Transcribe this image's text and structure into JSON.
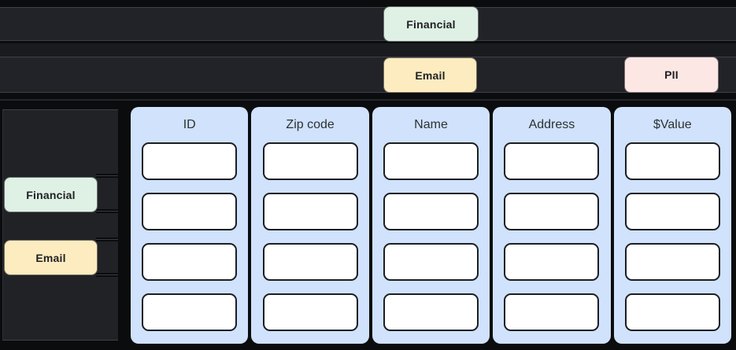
{
  "top_lanes": {
    "lane1": {
      "tags": [
        {
          "label": "Financial",
          "category": "financial"
        }
      ]
    },
    "lane2": {
      "tags": [
        {
          "label": "Email",
          "category": "email"
        },
        {
          "label": "PII",
          "category": "pii"
        }
      ]
    }
  },
  "side_panel": {
    "tags": [
      {
        "label": "Financial",
        "category": "financial"
      },
      {
        "label": "Email",
        "category": "email"
      }
    ]
  },
  "table": {
    "columns": [
      {
        "header": "ID"
      },
      {
        "header": "Zip code"
      },
      {
        "header": "Name"
      },
      {
        "header": "Address"
      },
      {
        "header": "$Value"
      }
    ],
    "empty_slots_per_column": 4
  },
  "colors": {
    "financial": "#dff0e5",
    "email": "#fcecc0",
    "pii": "#fce7e5",
    "column": "#d0e2fc",
    "lane": "#222329",
    "panel": "#212226",
    "background": "#0b0c0e",
    "slot": "#ffffff"
  }
}
